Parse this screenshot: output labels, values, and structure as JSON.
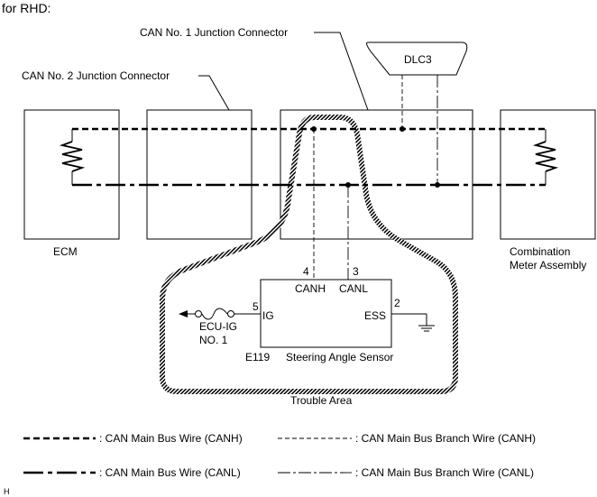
{
  "header": {
    "label": "for RHD:"
  },
  "callouts": {
    "can1_junction": "CAN No. 1 Junction Connector",
    "can2_junction": "CAN No. 2 Junction Connector"
  },
  "components": {
    "dlc3": "DLC3",
    "ecm": "ECM",
    "combination_meter_line1": "Combination",
    "combination_meter_line2": "Meter Assembly",
    "sensor_code": "E119",
    "sensor_name": "Steering Angle Sensor"
  },
  "pins": {
    "canh_num": "4",
    "canh_label": "CANH",
    "canl_num": "3",
    "canl_label": "CANL",
    "ig_num": "5",
    "ig_label": "IG",
    "ess_num": "2",
    "ess_label": "ESS"
  },
  "fuse": {
    "line1": "ECU-IG",
    "line2": "NO. 1"
  },
  "trouble_area": "Trouble Area",
  "legend": [
    {
      "style": "main-canh",
      "text": ": CAN Main Bus Wire (CANH)"
    },
    {
      "style": "branch-canh",
      "text": ": CAN Main Bus Branch Wire (CANH)"
    },
    {
      "style": "main-canl",
      "text": ": CAN Main Bus Wire (CANL)"
    },
    {
      "style": "branch-canl",
      "text": ": CAN Main Bus Branch Wire (CANL)"
    }
  ],
  "footer_code": "H"
}
